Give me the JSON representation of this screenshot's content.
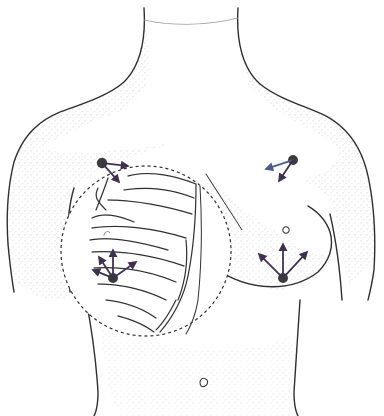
{
  "figure": {
    "background": "#ffffff",
    "colors": {
      "outline": "#2f2f2f",
      "shading": "#b9b9b9",
      "marker": "#3b3b3b",
      "arrow": "#3f3050",
      "arrow_blue": "#4a5d86"
    },
    "markers": [
      {
        "name": "marker-upper-left",
        "arrows": [
          "down-right",
          "right"
        ]
      },
      {
        "name": "marker-lower-left",
        "arrows": [
          "up",
          "up-left",
          "left",
          "right"
        ]
      },
      {
        "name": "marker-upper-right",
        "arrows": [
          "left",
          "down-left"
        ]
      },
      {
        "name": "marker-lower-right",
        "arrows": [
          "up-left",
          "up",
          "up-right"
        ]
      }
    ]
  }
}
